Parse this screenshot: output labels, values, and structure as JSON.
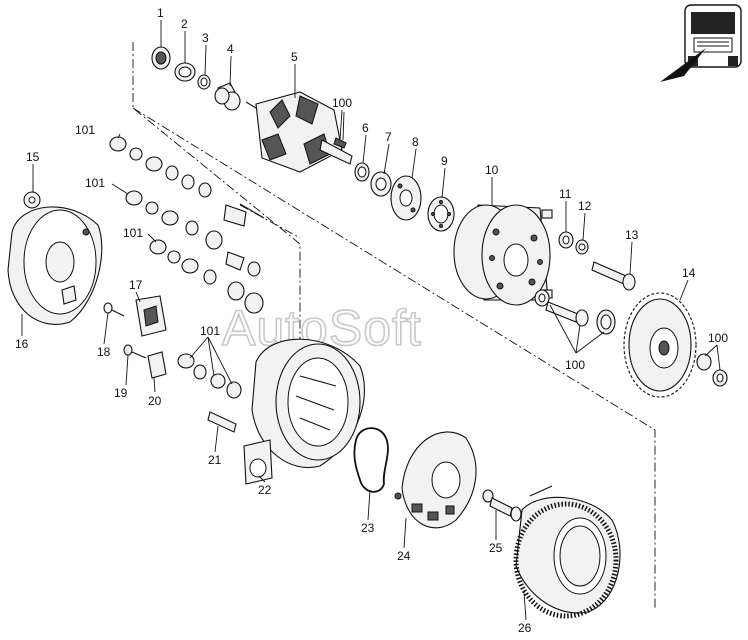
{
  "watermark": "AutoSoft",
  "labels": {
    "p1": "1",
    "p2": "2",
    "p3": "3",
    "p4": "4",
    "p5": "5",
    "p6": "6",
    "p7": "7",
    "p8": "8",
    "p9": "9",
    "p10": "10",
    "p11": "11",
    "p12": "12",
    "p13": "13",
    "p14": "14",
    "p15": "15",
    "p16": "16",
    "p17": "17",
    "p18": "18",
    "p19": "19",
    "p20": "20",
    "p21": "21",
    "p22": "22",
    "p23": "23",
    "p24": "24",
    "p25": "25",
    "p26": "26",
    "p100a": "100",
    "p100b": "100",
    "p100c": "100",
    "p101a": "101",
    "p101b": "101",
    "p101c": "101",
    "p101d": "101"
  },
  "icons": {
    "corner": "truck-front-icon"
  }
}
